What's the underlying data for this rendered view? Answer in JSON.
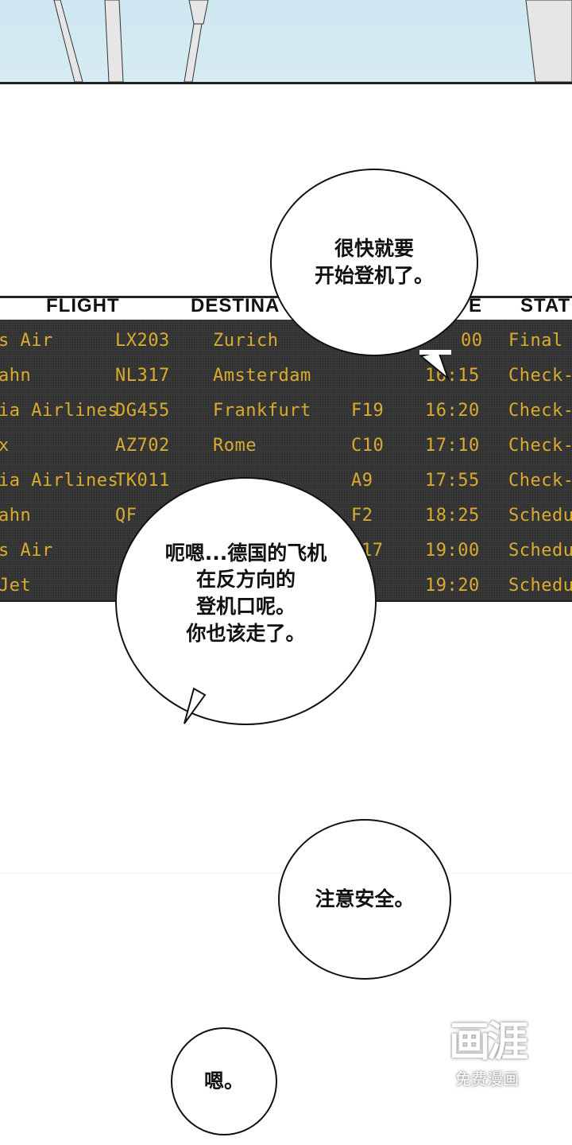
{
  "board": {
    "headers": [
      "FLIGHT",
      "DESTINA",
      "E",
      "STAT"
    ],
    "rows": [
      [
        "s Air",
        "LX203",
        "Zurich",
        "",
        "00",
        "Final C"
      ],
      [
        "ahn",
        "NL317",
        "Amsterdam",
        "",
        "16:15",
        "Check-"
      ],
      [
        "ia Airlines",
        "DG455",
        "Frankfurt",
        "F19",
        "16:20",
        "Check-"
      ],
      [
        "x",
        "AZ702",
        "Rome",
        "C10",
        "17:10",
        "Check-"
      ],
      [
        "ia Airlines",
        "TK011",
        "",
        "A9",
        "17:55",
        "Check-"
      ],
      [
        "ahn",
        "QF",
        "",
        "F2",
        "18:25",
        "Schedu"
      ],
      [
        "s Air",
        "",
        "",
        "17",
        "19:00",
        "Schedu"
      ],
      [
        "Jet",
        "",
        "",
        "",
        "19:20",
        "Schedu"
      ]
    ]
  },
  "bubbles": [
    {
      "lines": [
        "很快就要",
        "开始登机了。"
      ]
    },
    {
      "lines": [
        "呃嗯...德国的飞机",
        "在反方向的",
        "登机口呢。",
        "你也该走了。"
      ]
    },
    {
      "lines": [
        "注意安全。"
      ]
    },
    {
      "lines": [
        "嗯。"
      ]
    }
  ],
  "watermark": {
    "logo": "画涯",
    "tagline": "免费漫画"
  }
}
